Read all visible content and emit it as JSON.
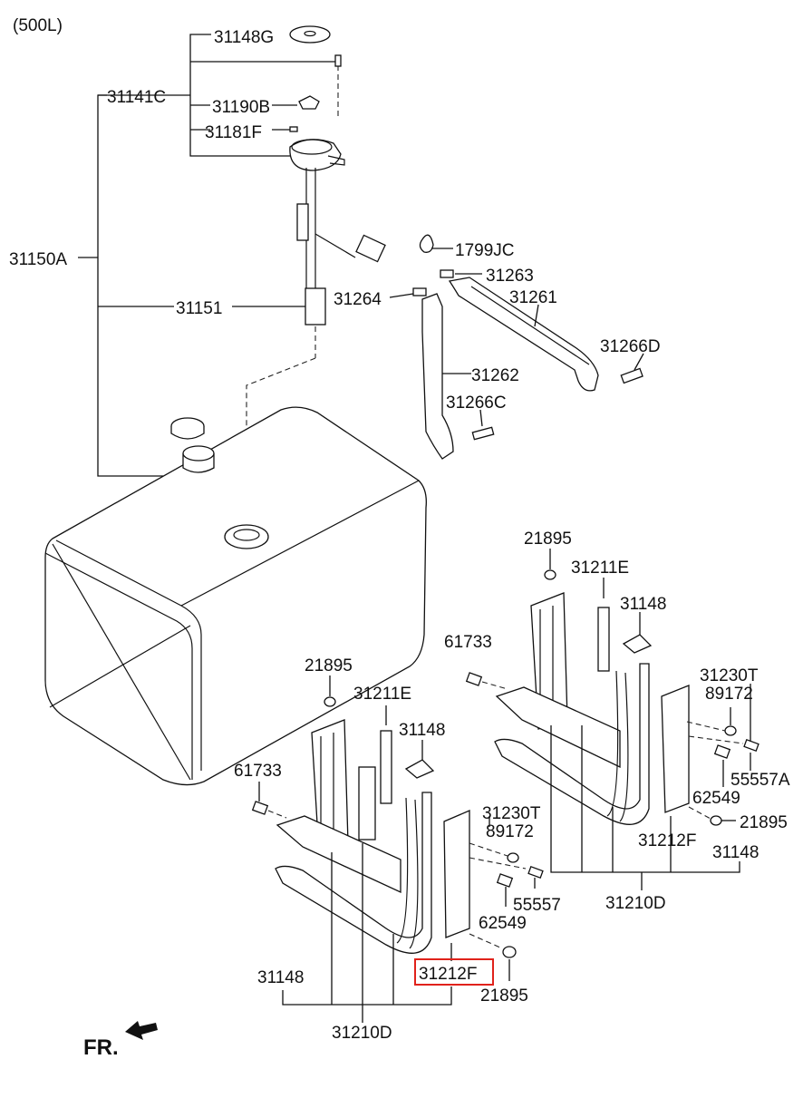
{
  "header": {
    "variant": "(500L)"
  },
  "labels": {
    "p31148G": "31148G",
    "p31141C": "31141C",
    "p31190B": "31190B",
    "p31181F": "31181F",
    "p31150A": "31150A",
    "p31151": "31151",
    "p1799JC": "1799JC",
    "p31263": "31263",
    "p31264": "31264",
    "p31261": "31261",
    "p31266D": "31266D",
    "p31262": "31262",
    "p31266C": "31266C",
    "r21895a": "21895",
    "r31211E": "31211E",
    "r31148a": "31148",
    "r61733": "61733",
    "r31230T": "31230T",
    "r89172": "89172",
    "r55557A": "55557A",
    "r62549": "62549",
    "r21895b": "21895",
    "r31212F": "31212F",
    "r31148b": "31148",
    "r31210D": "31210D",
    "l21895a": "21895",
    "l31211E": "31211E",
    "l31148a": "31148",
    "l61733": "61733",
    "l31230T": "31230T",
    "l89172": "89172",
    "l55557": "55557",
    "l62549": "62549",
    "l31212F": "31212F",
    "l21895b": "21895",
    "l31148b": "31148",
    "l31210D": "31210D"
  },
  "footer": {
    "front_marker": "FR."
  },
  "colors": {
    "highlight": "#e0221b",
    "line": "#111111"
  },
  "highlighted_part": "31212F"
}
